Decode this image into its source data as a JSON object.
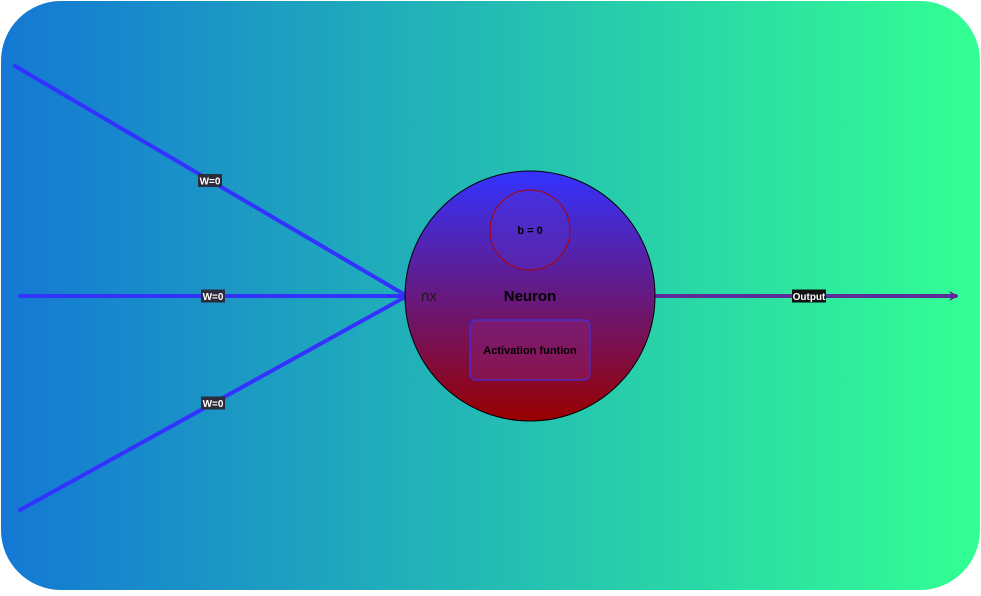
{
  "colors": {
    "bg_left": "#1478d4",
    "bg_right": "#33ff93",
    "input_line": "#3333ff",
    "output_line": "#5b2c9a",
    "neuron_top": "#3333ff",
    "neuron_bottom": "#990000",
    "bias_stroke": "#b00000",
    "activation_stroke": "#3333ff",
    "label_bg": "#2b2b3b",
    "label_text": "#ffffff"
  },
  "inputs": [
    {
      "weight_label": "W=0"
    },
    {
      "weight_label": "W=0"
    },
    {
      "weight_label": "W=0"
    }
  ],
  "neuron": {
    "title": "Neuron",
    "bias_label": "b = 0",
    "activation_label": "Activation funtion",
    "sum_label": "nx"
  },
  "output": {
    "label": "Output"
  }
}
